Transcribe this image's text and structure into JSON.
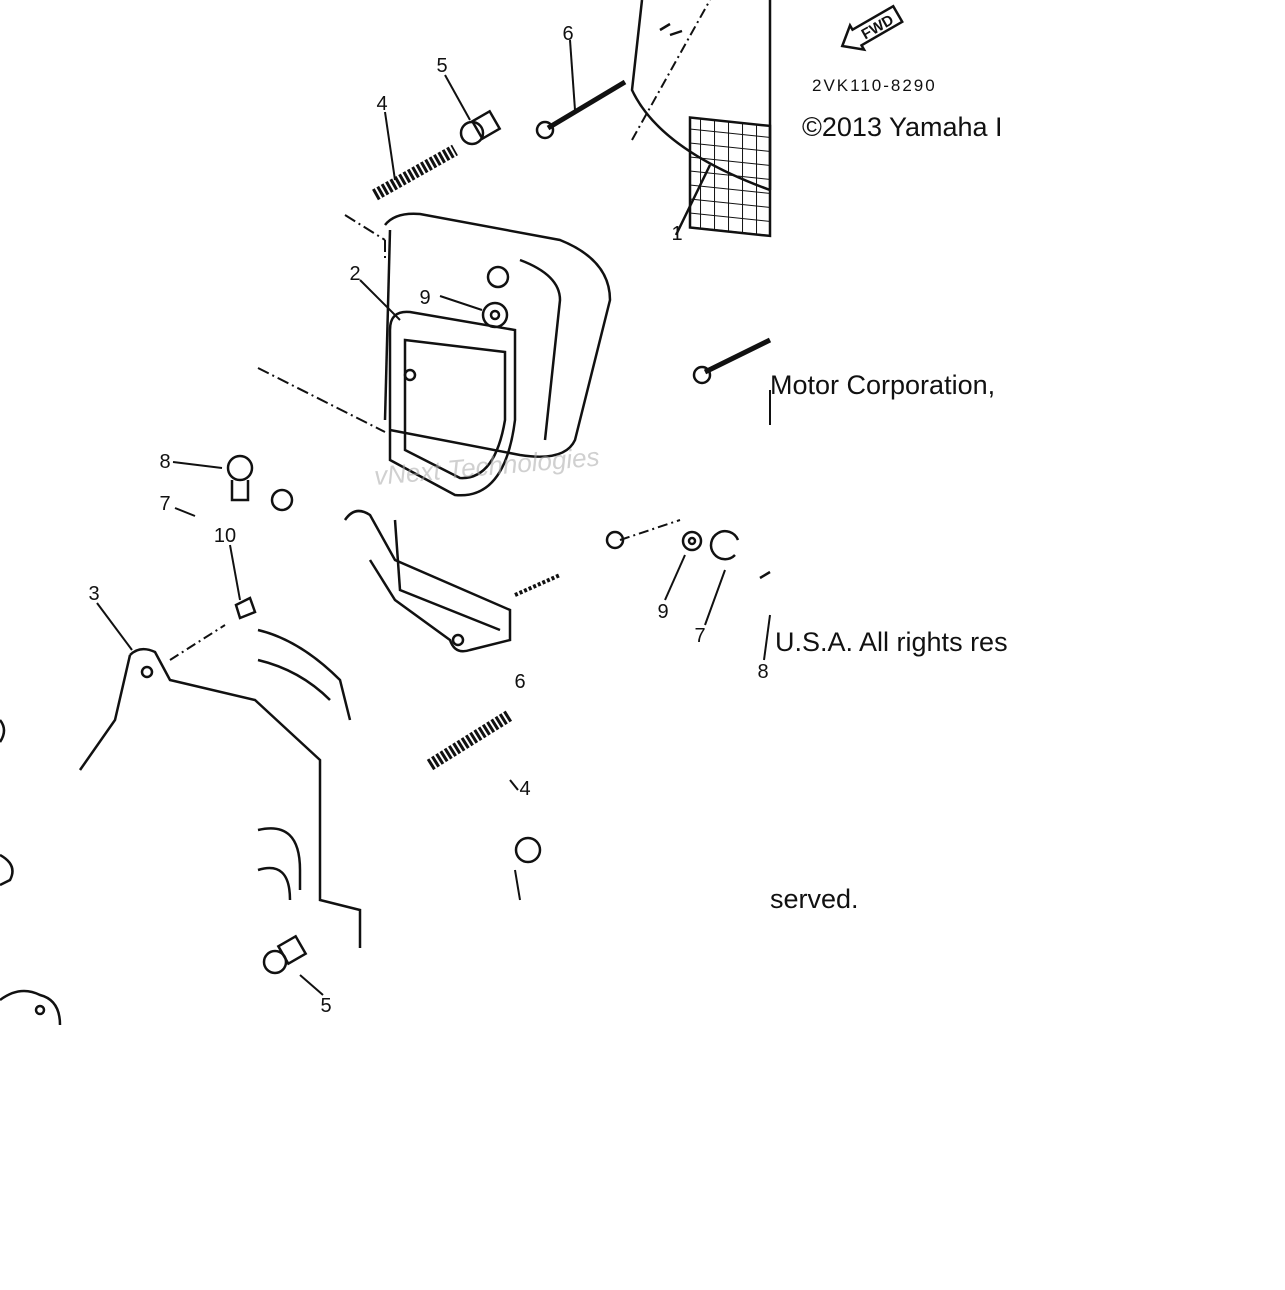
{
  "diagram": {
    "part_code": "2VK110-8290",
    "direction_arrow": "FWD",
    "watermark": "vNext Technologies",
    "callouts": [
      "1",
      "2",
      "3",
      "4",
      "5",
      "6",
      "7",
      "8",
      "9",
      "10"
    ],
    "copyright_fragments": [
      "©2013 Yamaha I",
      "Motor Corporation,",
      "U.S.A. All rights res",
      "served."
    ]
  }
}
